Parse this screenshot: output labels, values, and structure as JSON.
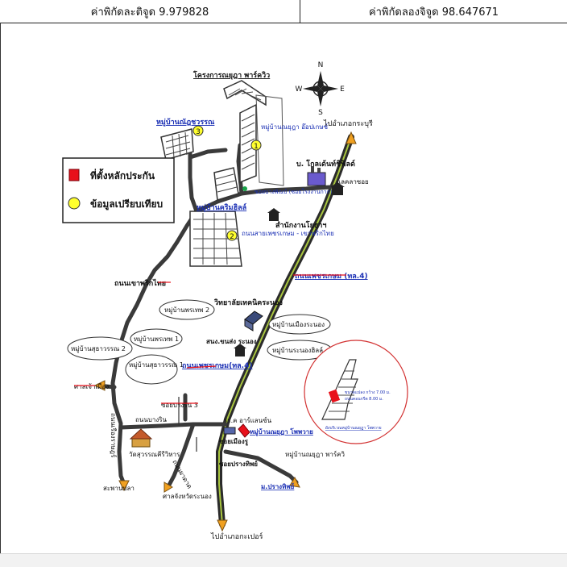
{
  "header": {
    "latitude": "ค่าพิกัดละติจูด 9.979828",
    "longitude": "ค่าพิกัดลองจิจูด 98.647671"
  },
  "legend": {
    "location": "ที่ตั้งหลักประกัน",
    "comparison": "ข้อมูลเปรียบเทียบ",
    "location_color": "#e8101a",
    "comparison_color": "#ffff2e"
  },
  "compass": {
    "n": "N",
    "s": "S",
    "e": "E",
    "w": "W"
  },
  "places": {
    "project_top": "โครงการณยุฎา พาร์ควิว",
    "village_chatwaran": "หมู่บ้านณัฎชวรรณ",
    "village_nayuta_opt": "หมู่บ้านณยุฎา อ๊อปเกษช์",
    "golden_field": "บ. โกลเด้นท์ชิฟิลด์",
    "to_kraburi": "ไปอำเภอกระบุรี",
    "kumlao": "แลคลาซอย",
    "kumlao_road": "ซอยบางพิณบ์ (ซอยโรงงานกาก)",
    "village_krim_hill": "หมู่บ้านคริมฮิลล์",
    "office_yothas": "สำนักงานโยธาฯ",
    "road_phet_khao": "ถนนสายเพชรเกษม - เขาพริกไทย",
    "road_phetkasem_1": "ถนนเพชรเกษม (ทล.4)",
    "road_khao_prik": "ถนนเขาพริกไทย",
    "village_pornthep2": "หมู่บ้านพรเทพ 2",
    "college": "วิทยาลัยเทคนิคระนอง",
    "village_muang_ranong": "หมู่บ้านเมืองระนอง",
    "village_sutawan2": "หมู่บ้านสุธาวรรณ 2",
    "village_pornthep1": "หมู่บ้านพรเทพ 1",
    "school_ranong": "สนง.ขนส่ง ระนอง",
    "village_ranong_hill": "หมู่บ้านระนองฮิลล์",
    "village_sutawan1": "หมู่บ้านสุธาวรรณ 1",
    "road_phetkasem_2": "ถนนเพชรเกษม(ทล.4)",
    "shrine": "ศาลเจ้าเมือง",
    "soi_bangrin3": "ซอยบางริน 3",
    "road_bangrin": "ถนนบางริน",
    "road_ruangrat": "ถนนเรืองราษฎร์",
    "temple": "วัดสุวรรณคีรีวิหาร",
    "school_anuban": "รร.ค อาร์แลนซ์น",
    "village_nayuta_pp": "หมู่บ้านณยุฎา โพพวาย",
    "soi_muang": "ซอยเมืองรู",
    "soi_prang": "ซอยปรางทิพย์",
    "village_nayuta_park": "หมู่บ้านณยุฎา พาร์ควิ",
    "m_prangthip": "ม.ปรางทิพย์",
    "road_lucho": "ถนนผาดาด",
    "sapan_pla": "สะพานปลา",
    "sala_chang": "ศาลจังหวัดระนอง",
    "to_kapoe": "ไปอำเภอกะเปอร์"
  },
  "numbers": {
    "n1": "1",
    "n2": "2",
    "n3": "3"
  },
  "inset": {
    "label_a": "ขนาดแปลง กว้าง 7.00 ม.",
    "label_b": "ถนนคอนกรีต 8.00 ม.",
    "caption": "ผังบริเวณหมู่บ้านณยุฎา โพพวาย"
  }
}
